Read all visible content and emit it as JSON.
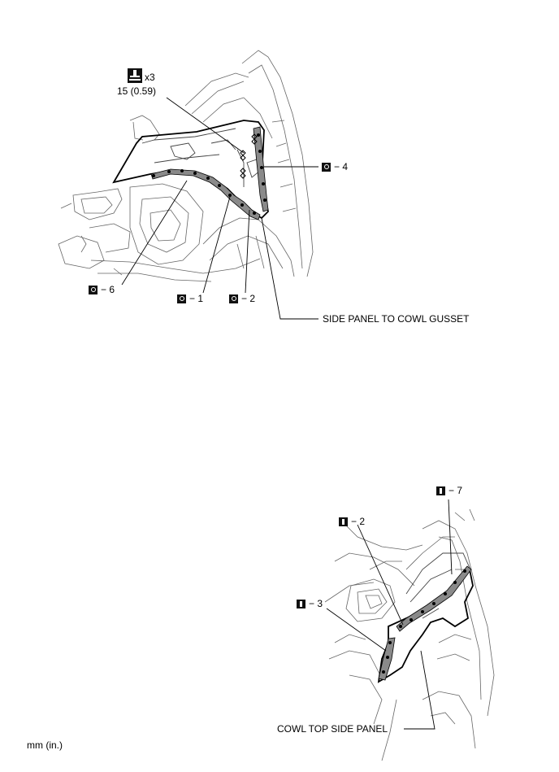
{
  "top_diagram": {
    "torque": {
      "icon": "torque-wrench-icon",
      "multiplier": "x3",
      "value": "15 (0.59)"
    },
    "callouts": [
      {
        "badge": "O",
        "text": "− 4"
      },
      {
        "badge": "O",
        "text": "− 6"
      },
      {
        "badge": "O",
        "text": "− 1"
      },
      {
        "badge": "O",
        "text": "− 2"
      }
    ],
    "part_label": "SIDE PANEL TO COWL GUSSET"
  },
  "bottom_diagram": {
    "callouts": [
      {
        "badge": "I",
        "text": "− 7"
      },
      {
        "badge": "I",
        "text": "− 2"
      },
      {
        "badge": "I",
        "text": "− 3"
      }
    ],
    "part_label": "COWL TOP SIDE PANEL"
  },
  "units_note": "mm (in.)",
  "colors": {
    "line": "#000000",
    "sketch": "#555555",
    "weld_strip": "#8a8a8a"
  }
}
